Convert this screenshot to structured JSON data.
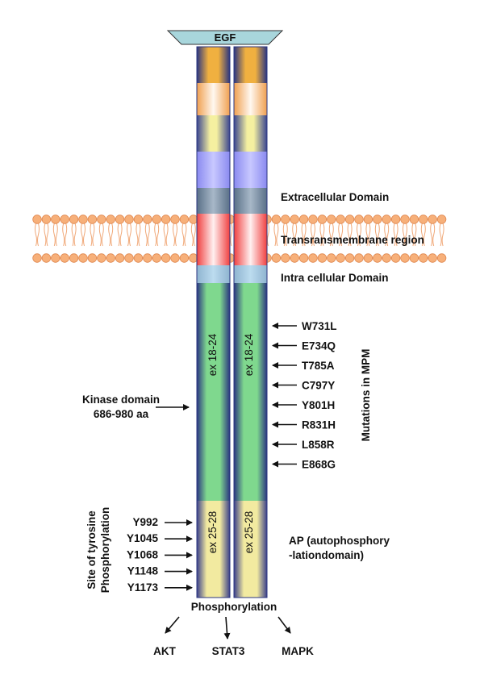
{
  "ligand": {
    "label": "EGF"
  },
  "regions": {
    "extracellular": "Extracellular Domain",
    "transmembrane": "Transransmembrane region",
    "intracellular": "Intra cellular Domain"
  },
  "exons": {
    "kinase": "ex 18-24",
    "autophos": "ex 25-28"
  },
  "kinase_domain": {
    "line1": "Kinase domain",
    "line2": "686-980 aa"
  },
  "mutations": {
    "title": "Mutations in MPM",
    "items": [
      "W731L",
      "E734Q",
      "T785A",
      "C797Y",
      "Y801H",
      "R831H",
      "L858R",
      "E868G"
    ]
  },
  "phospho_sites": {
    "title_line1": "Site of tyrosine",
    "title_line2": "Phosphorylation",
    "items": [
      "Y992",
      "Y1045",
      "Y1068",
      "Y1148",
      "Y1173"
    ]
  },
  "ap_domain": {
    "line1": "AP (autophosphory",
    "line2": "-lationdomain)"
  },
  "phosphorylation": "Phosphorylation",
  "downstream": [
    "AKT",
    "STAT3",
    "MAPK"
  ],
  "colors": {
    "membrane_head": "#f7b07a",
    "membrane_tail": "#f0a878",
    "ligand": "#a8d6dc",
    "rail_dark": "#2a3580"
  }
}
